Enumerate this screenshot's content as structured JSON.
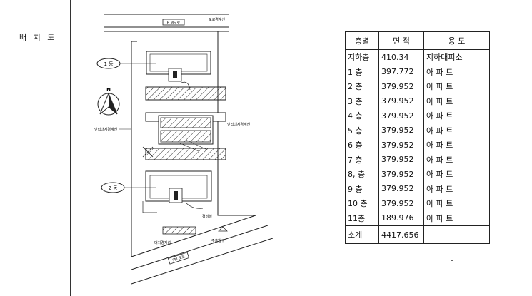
{
  "page": {
    "title": "배 치 도"
  },
  "site_plan": {
    "road_top": "6 M도로",
    "boundary_top": "도로경계선",
    "boundary_left": "인접대지경계선",
    "boundary_right": "인접대지경계선",
    "boundary_bottom": "대지경계선",
    "road_bottom": "7M 도로",
    "building_1": "1 동",
    "building_2": "2 동",
    "north": "N",
    "label_gate": "경비실",
    "label_entrance": "주출입구"
  },
  "area_table": {
    "headers": {
      "floor": "층별",
      "area": "면  적",
      "use": "용     도"
    },
    "rows": [
      {
        "floor": "지하층",
        "area": "410.34",
        "use": "지하대피소"
      },
      {
        "floor": "1  층",
        "area": "397.772",
        "use": "아 파 트"
      },
      {
        "floor": "2  층",
        "area": "379.952",
        "use": "아 파 트"
      },
      {
        "floor": "3  층",
        "area": "379.952",
        "use": "아 파 트"
      },
      {
        "floor": "4  층",
        "area": "379.952",
        "use": "아 파 트"
      },
      {
        "floor": "5  층",
        "area": "379.952",
        "use": "아 파 트"
      },
      {
        "floor": "6  층",
        "area": "379.952",
        "use": "아 파 트"
      },
      {
        "floor": "7  층",
        "area": "379.952",
        "use": "아 파 트"
      },
      {
        "floor": "8, 층",
        "area": "379.952",
        "use": "아 파 트"
      },
      {
        "floor": "9  층",
        "area": "379.952",
        "use": "아 파 트"
      },
      {
        "floor": "10 층",
        "area": "379.952",
        "use": "아 파 트"
      },
      {
        "floor": "11층",
        "area": "189.976",
        "use": "아 파 트"
      }
    ],
    "total": {
      "floor": "소계",
      "area": "4417.656",
      "use": ""
    }
  }
}
